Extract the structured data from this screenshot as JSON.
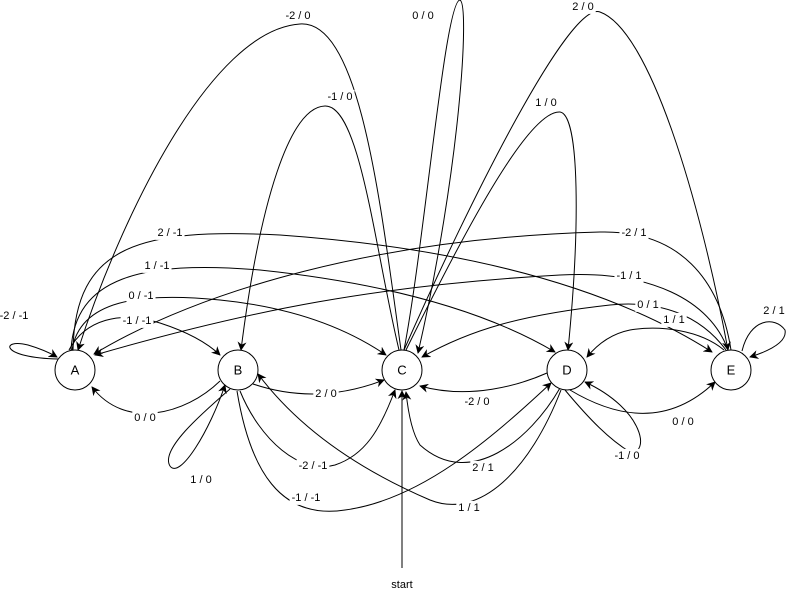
{
  "states": [
    {
      "id": "A",
      "label": "A"
    },
    {
      "id": "B",
      "label": "B"
    },
    {
      "id": "C",
      "label": "C"
    },
    {
      "id": "D",
      "label": "D"
    },
    {
      "id": "E",
      "label": "E"
    }
  ],
  "start_label": "start",
  "transitions": [
    {
      "from": "A",
      "to": "A",
      "label": "-2 / -1"
    },
    {
      "from": "A",
      "to": "B",
      "label": "-1 / -1"
    },
    {
      "from": "A",
      "to": "C",
      "label": "0 / -1"
    },
    {
      "from": "A",
      "to": "D",
      "label": "1 / -1"
    },
    {
      "from": "A",
      "to": "E",
      "label": "2 / -1"
    },
    {
      "from": "B",
      "to": "A",
      "label": "0 / 0"
    },
    {
      "from": "B",
      "to": "B",
      "label": "1 / 0"
    },
    {
      "from": "B",
      "to": "C",
      "label": "2 / 0"
    },
    {
      "from": "B",
      "to": "C",
      "label": "-2 / -1"
    },
    {
      "from": "B",
      "to": "D",
      "label": "-1 / -1"
    },
    {
      "from": "C",
      "to": "A",
      "label": "-2 / 0"
    },
    {
      "from": "C",
      "to": "B",
      "label": "-1 / 0"
    },
    {
      "from": "C",
      "to": "C",
      "label": "0 / 0"
    },
    {
      "from": "C",
      "to": "D",
      "label": "1 / 0"
    },
    {
      "from": "C",
      "to": "E",
      "label": "2 / 0"
    },
    {
      "from": "D",
      "to": "C",
      "label": "-2 / 0"
    },
    {
      "from": "D",
      "to": "C",
      "label": "2 / 1"
    },
    {
      "from": "D",
      "to": "B",
      "label": "1 / 1"
    },
    {
      "from": "D",
      "to": "D",
      "label": "-1 / 0"
    },
    {
      "from": "D",
      "to": "E",
      "label": "0 / 0"
    },
    {
      "from": "E",
      "to": "A",
      "label": "-2 / 1"
    },
    {
      "from": "E",
      "to": "A",
      "label": "-1 / 1"
    },
    {
      "from": "E",
      "to": "C",
      "label": "0 / 1"
    },
    {
      "from": "E",
      "to": "D",
      "label": "1 / 1"
    },
    {
      "from": "E",
      "to": "E",
      "label": "2 / 1"
    }
  ]
}
